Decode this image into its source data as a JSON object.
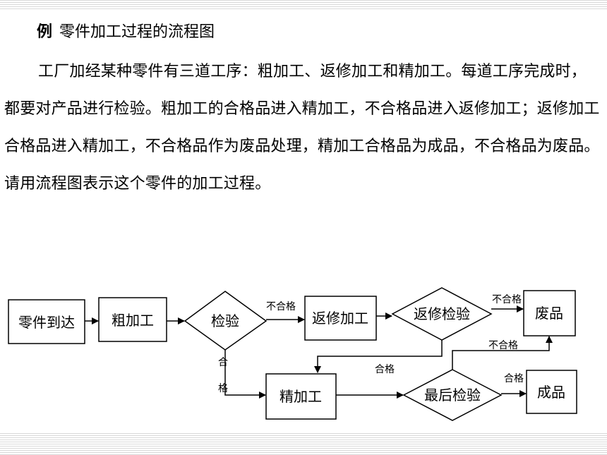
{
  "example": {
    "marker": "例",
    "title": "零件加工过程的流程图",
    "paragraph": "工厂加经某种零件有三道工序：粗加工、返修加工和精加工。每道工序完成时，都要对产品进行检验。粗加工的合格品进入精加工，不合格品进入返修加工；返修加工合格品进入精加工，不合格品作为废品处理，精加工合格品为成品，不合格品为废品。请用流程图表示这个零件的加工过程。"
  },
  "flowchart": {
    "nodes": {
      "arrive": "零件到达",
      "rough": "粗加工",
      "inspect": "检验",
      "rework": "返修加工",
      "rework_inspect": "返修检验",
      "scrap": "废品",
      "finish": "精加工",
      "final_inspect": "最后检验",
      "product": "成品"
    },
    "edges": {
      "inspect_fail": "不合格",
      "inspect_pass_1": "合",
      "inspect_pass_2": "格",
      "rework_fail": "不合格",
      "rework_pass": "合格",
      "final_fail": "不合格",
      "final_pass": "合格"
    }
  }
}
